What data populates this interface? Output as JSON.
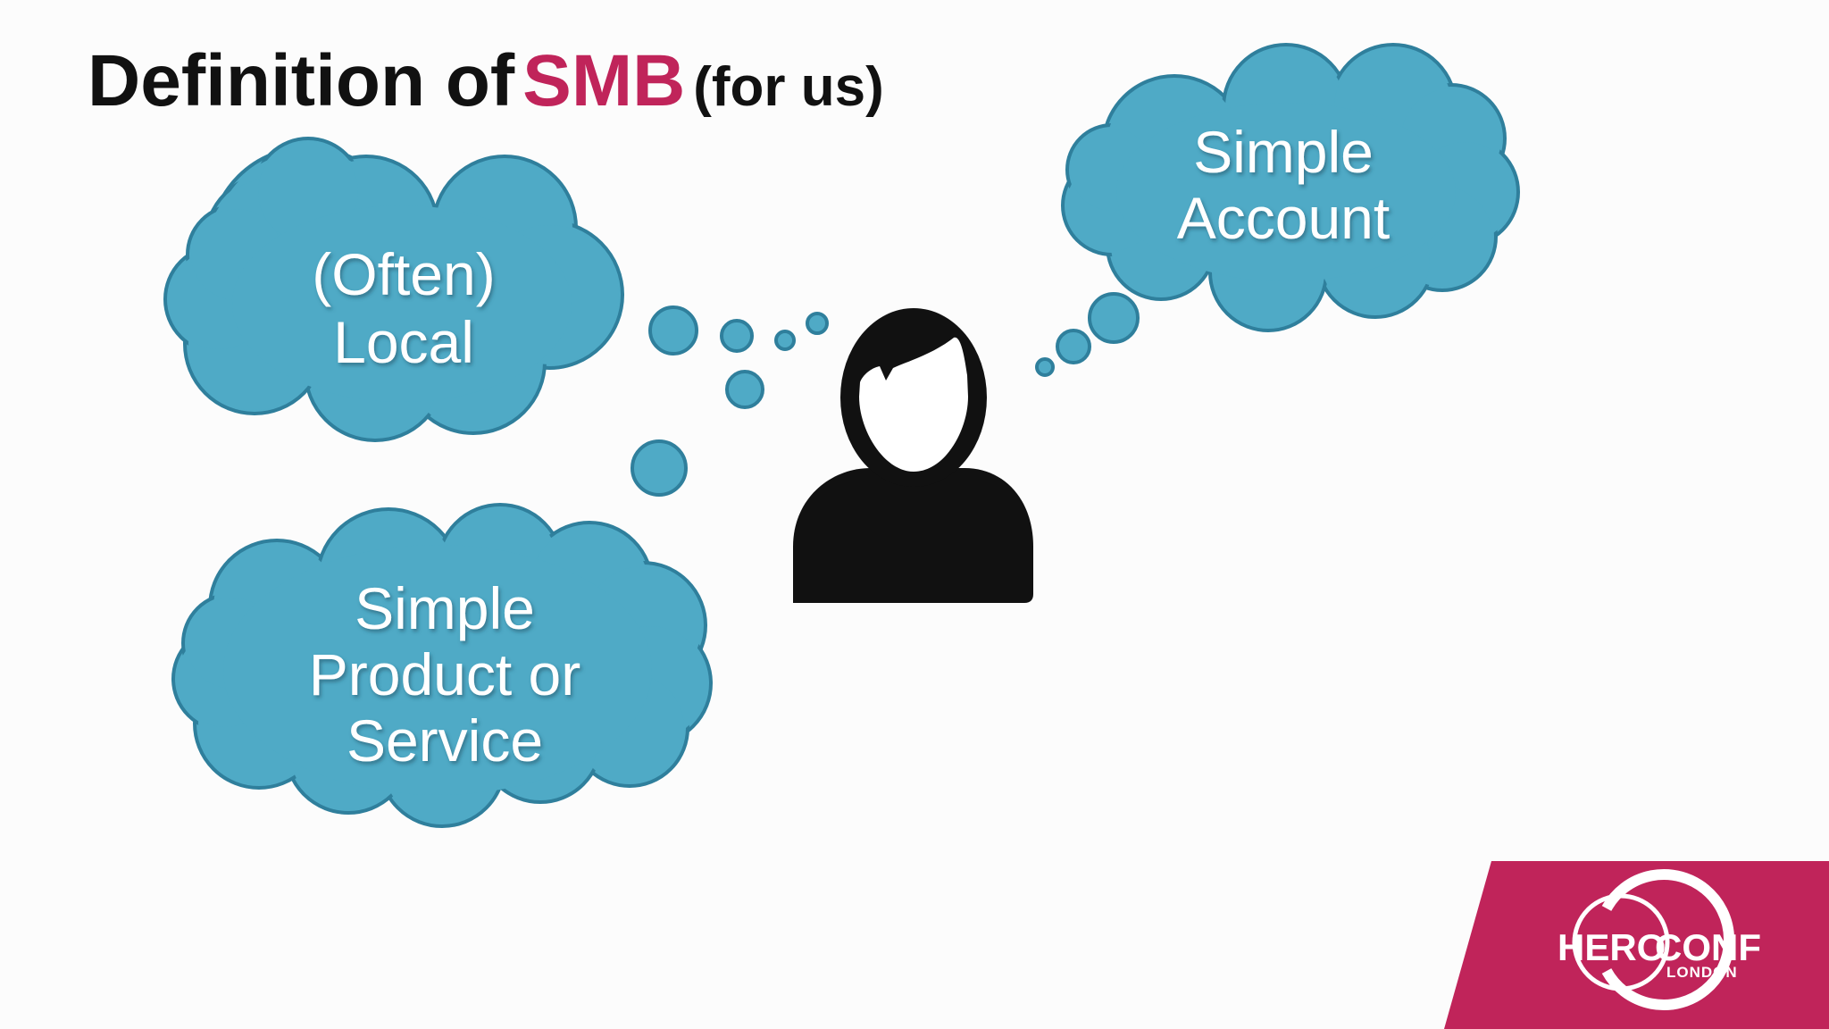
{
  "title": {
    "main": "Definition of",
    "accent": "SMB",
    "sub": "(for us)"
  },
  "clouds": {
    "local": {
      "line1": "(Often)",
      "line2": "Local"
    },
    "product": {
      "line1": "Simple",
      "line2": "Product or",
      "line3": "Service"
    },
    "account": {
      "line1": "Simple",
      "line2": "Account"
    }
  },
  "logo": {
    "hero": "HERO",
    "conf": "CONF",
    "city": "LONDON"
  },
  "icons": {
    "person": "person-icon"
  },
  "colors": {
    "cloud_fill": "#4faac6",
    "cloud_stroke": "#2f7f9c",
    "accent": "#c0245a",
    "logo_band": "#c0245a"
  }
}
